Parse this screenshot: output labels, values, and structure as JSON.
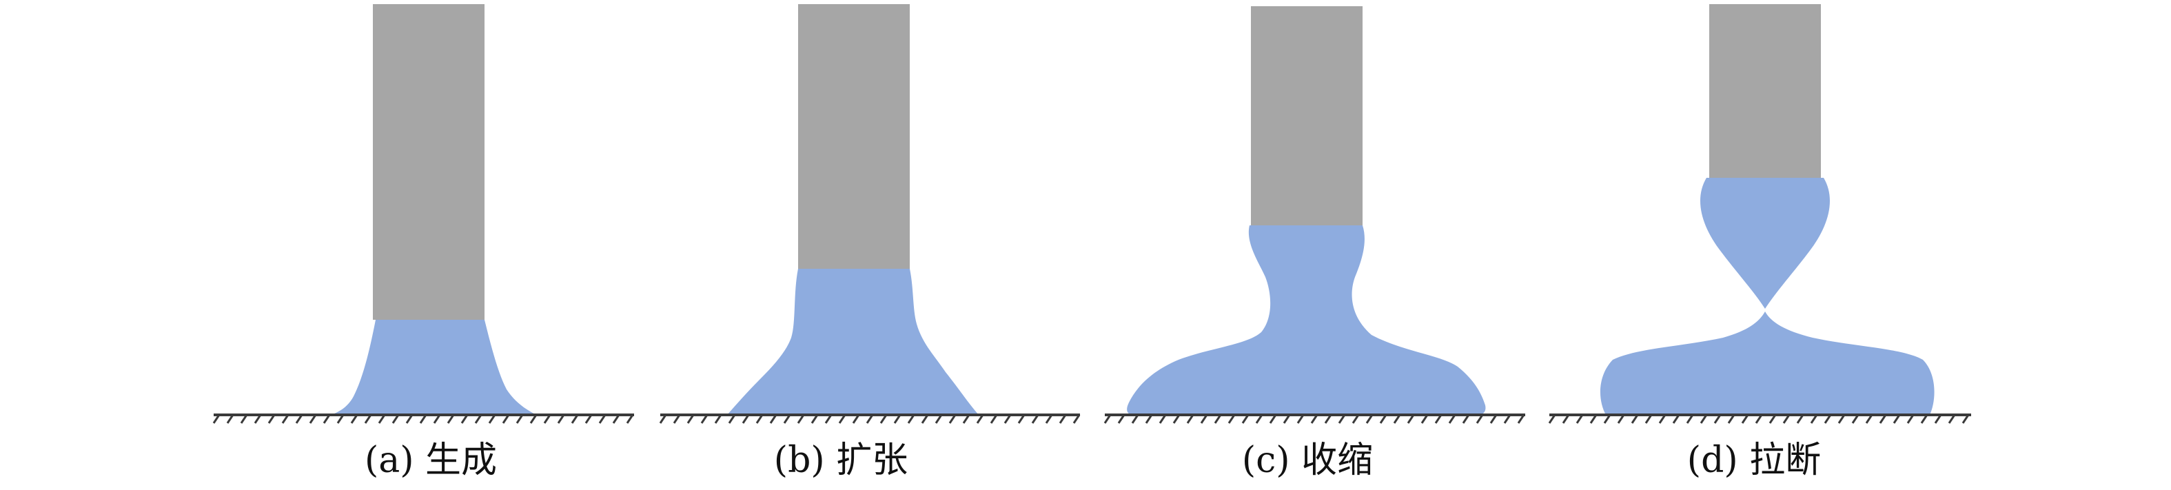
{
  "figure": {
    "colors": {
      "rod": "#a6a6a6",
      "liquid": "#8eacdf",
      "ground": "#3a3a3a"
    },
    "panels": [
      {
        "id": "a",
        "caption": "(a) 生成",
        "stage": "generation"
      },
      {
        "id": "b",
        "caption": "(b) 扩张",
        "stage": "expansion"
      },
      {
        "id": "c",
        "caption": "(c) 收缩",
        "stage": "contraction"
      },
      {
        "id": "d",
        "caption": "(d) 拉断",
        "stage": "pinch-off"
      }
    ]
  }
}
